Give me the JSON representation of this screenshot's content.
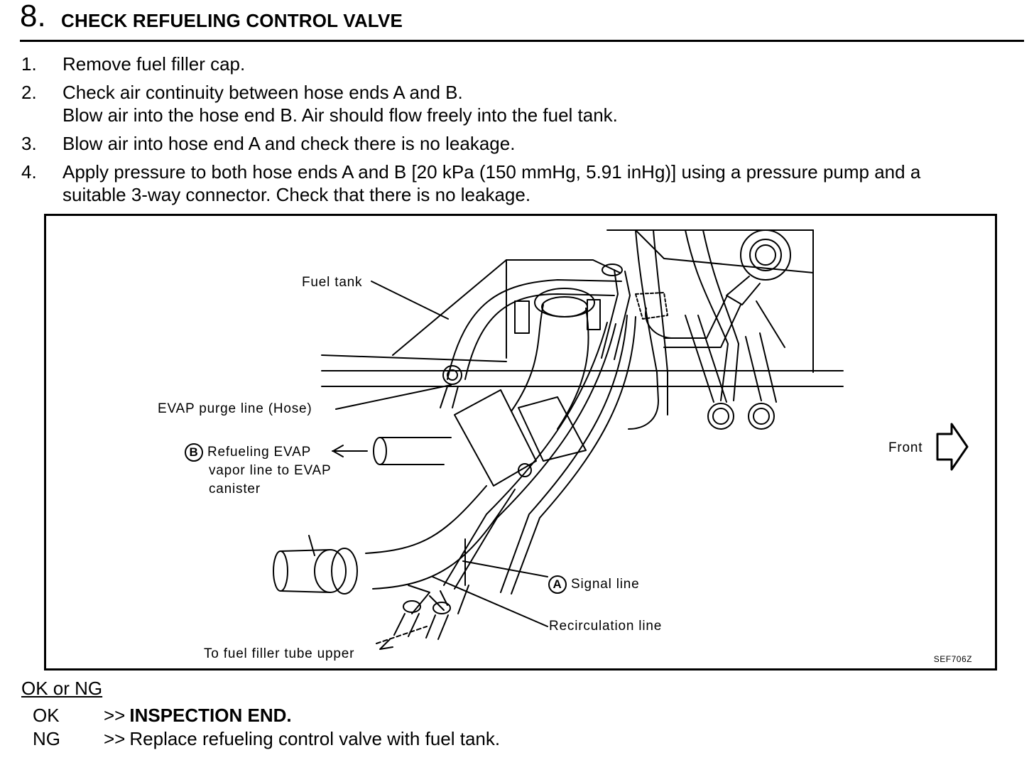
{
  "header": {
    "number": "8.",
    "title": "CHECK REFUELING CONTROL VALVE"
  },
  "steps": [
    {
      "num": "1.",
      "lines": [
        "Remove fuel filler cap."
      ]
    },
    {
      "num": "2.",
      "lines": [
        "Check air continuity between hose ends A and B.",
        "Blow air into the hose end B. Air should flow freely into the fuel tank."
      ]
    },
    {
      "num": "3.",
      "lines": [
        "Blow air into hose end A and check there is no leakage."
      ]
    },
    {
      "num": "4.",
      "lines": [
        "Apply pressure to both hose ends A and B [20 kPa (150 mmHg, 5.91 inHg)] using a pressure pump and a",
        "suitable 3-way connector. Check that there is no leakage."
      ]
    }
  ],
  "figure": {
    "labels": {
      "fuel_tank": "Fuel tank",
      "evap_purge": "EVAP purge line (Hose)",
      "refuel_line1": "Refueling EVAP",
      "refuel_line2": "vapor line to EVAP",
      "refuel_line3": "canister",
      "marker_b": "B",
      "front": "Front",
      "marker_a": "A",
      "signal_line": "Signal line",
      "recirculation_line": "Recirculation line",
      "filler_tube": "To fuel filler tube upper",
      "figure_code": "SEF706Z"
    }
  },
  "result": {
    "title": "OK or NG",
    "ok_key": "OK",
    "ok_arrow": ">>",
    "ok_text": "INSPECTION END.",
    "ng_key": "NG",
    "ng_arrow": ">>",
    "ng_text": "Replace refueling control valve with fuel tank."
  }
}
